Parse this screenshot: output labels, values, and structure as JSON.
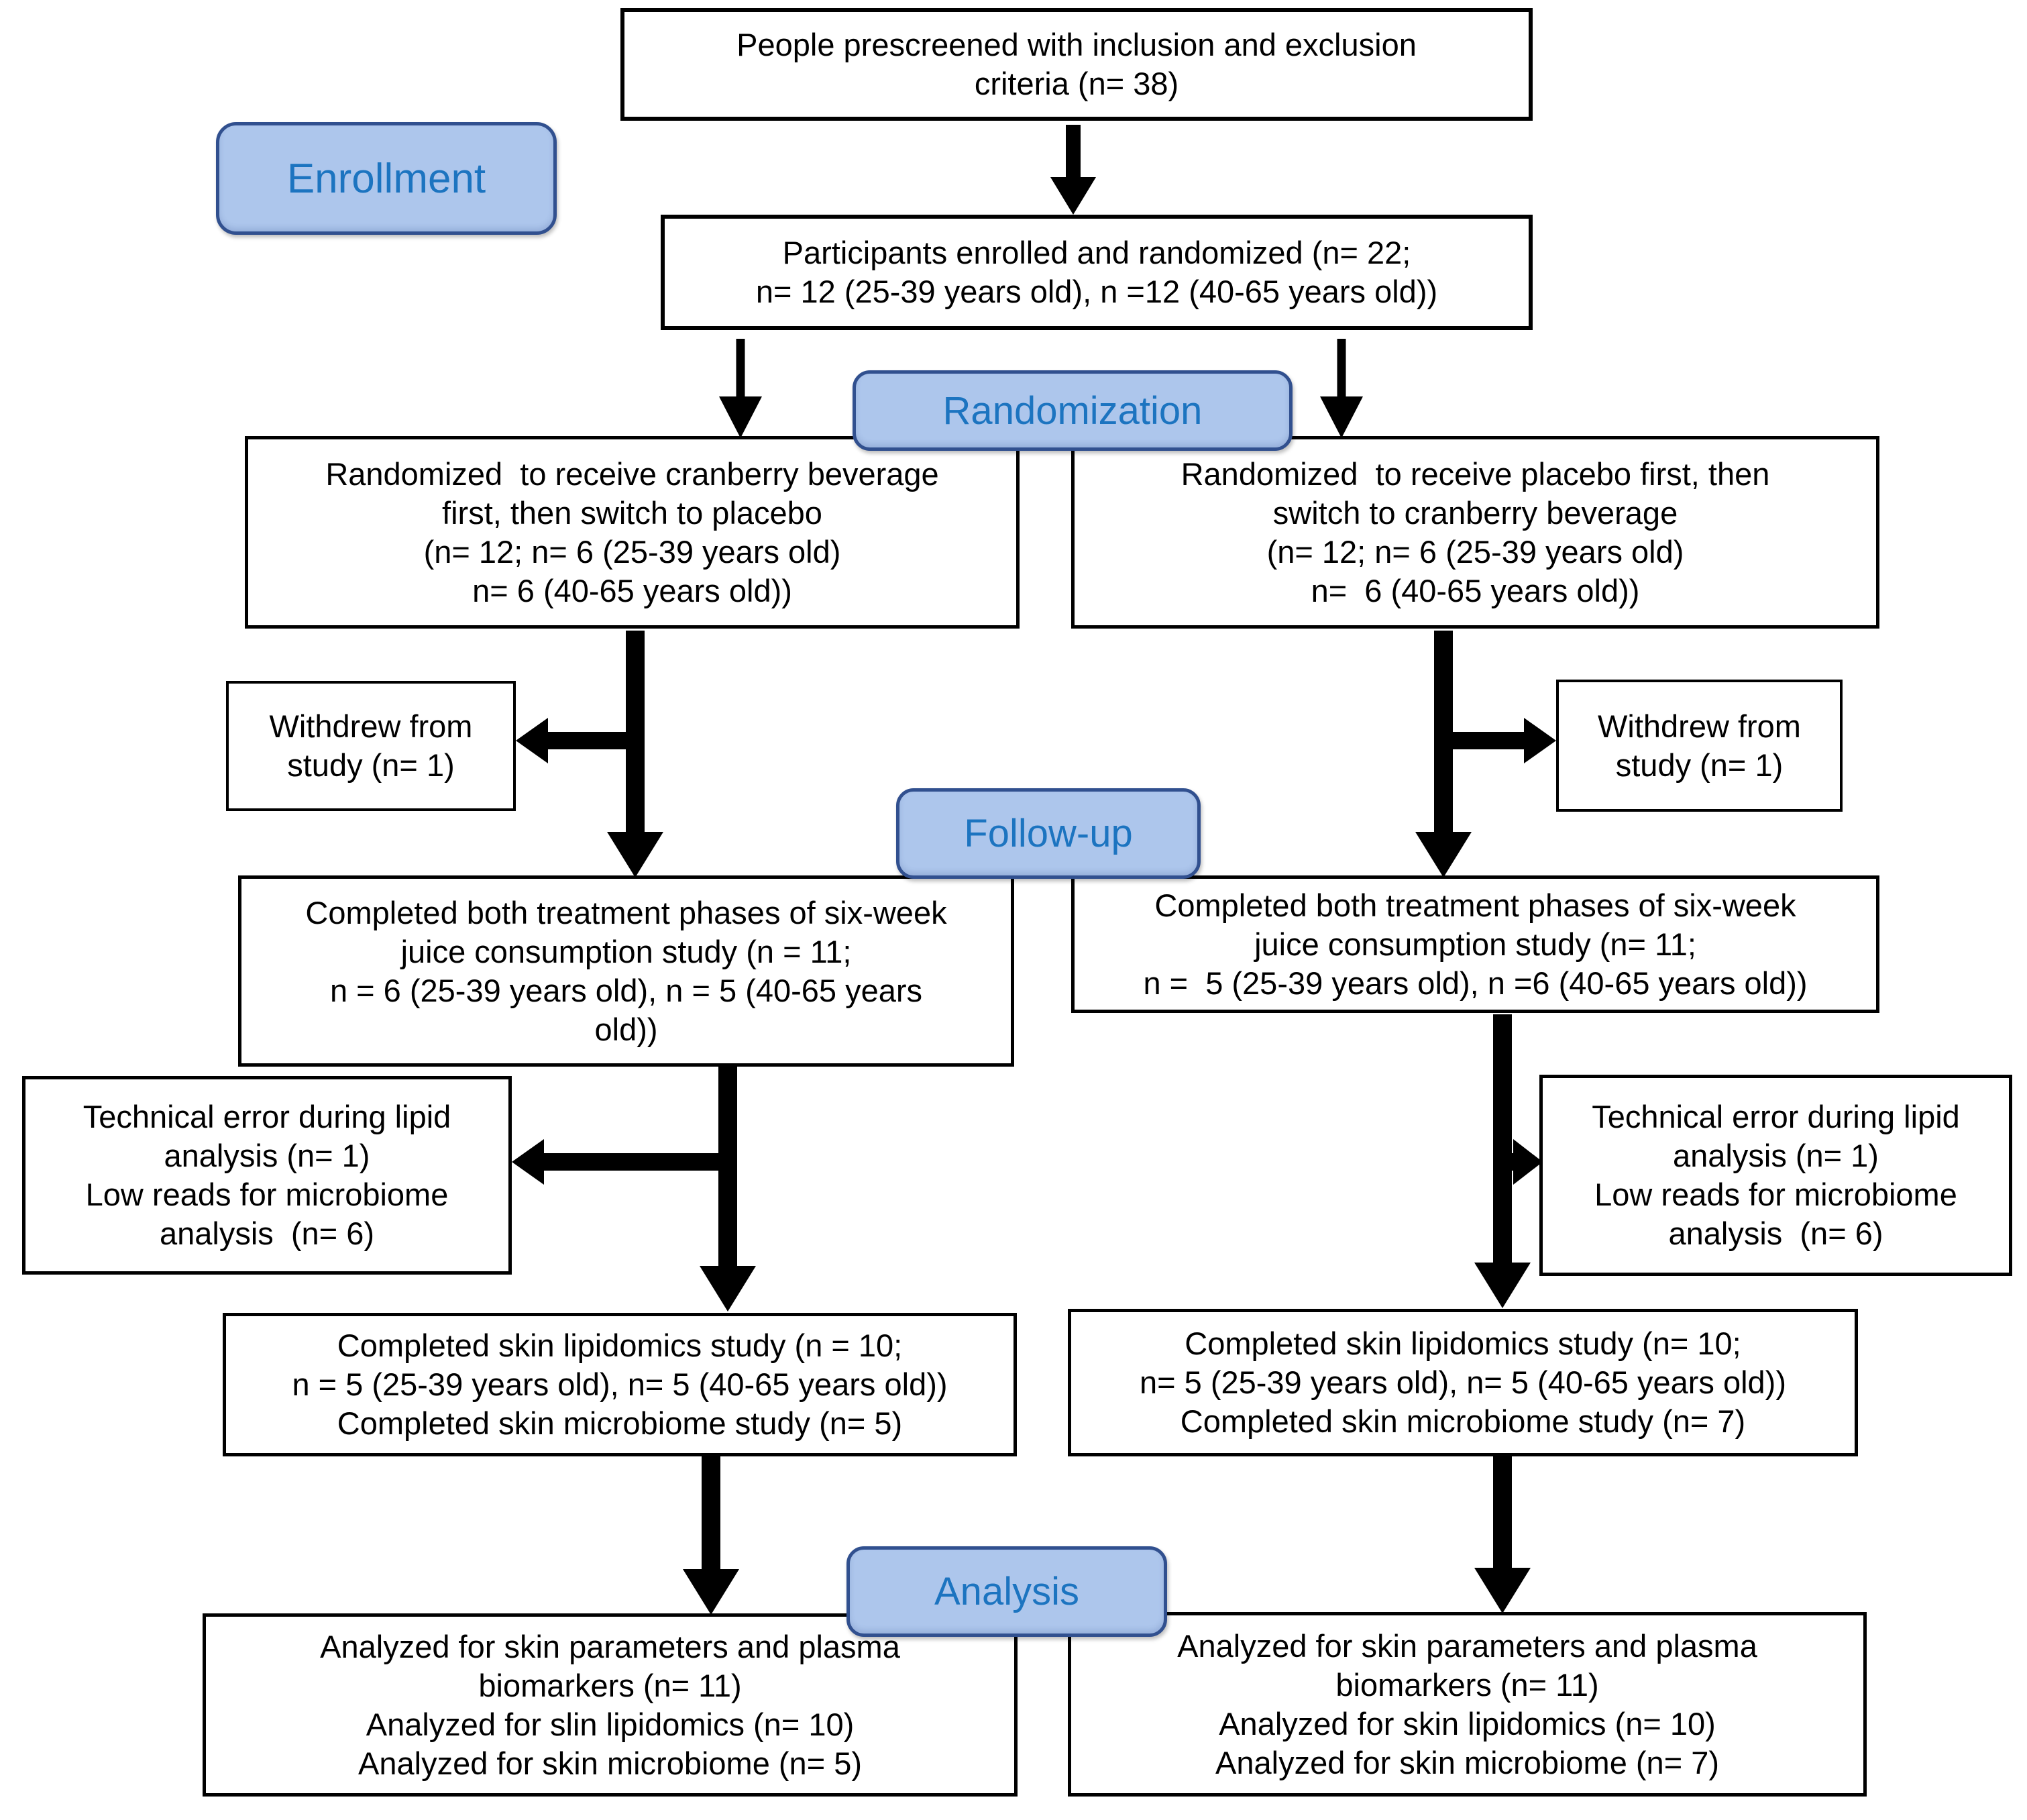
{
  "stages": {
    "enrollment": {
      "label": "Enrollment"
    },
    "randomization": {
      "label": "Randomization"
    },
    "followup": {
      "label": "Follow-up"
    },
    "analysis": {
      "label": "Analysis"
    }
  },
  "boxes": {
    "prescreened": {
      "lines": [
        "People prescreened with inclusion and exclusion",
        "criteria (n= 38)"
      ]
    },
    "enrolled": {
      "lines": [
        "Participants enrolled and randomized (n= 22;",
        "n= 12 (25-39 years old), n =12 (40-65 years old))"
      ]
    },
    "randomized_left": {
      "lines": [
        "Randomized  to receive cranberry beverage",
        "first, then switch to placebo",
        "(n= 12; n= 6 (25-39 years old)",
        "n= 6 (40-65 years old))"
      ]
    },
    "randomized_right": {
      "lines": [
        "Randomized  to receive placebo first, then",
        "switch to cranberry beverage",
        "(n= 12; n= 6 (25-39 years old)",
        "n=  6 (40-65 years old))"
      ]
    },
    "withdrew_left": {
      "lines": [
        "Withdrew from",
        "study (n= 1)"
      ]
    },
    "withdrew_right": {
      "lines": [
        "Withdrew from",
        "study (n= 1)"
      ]
    },
    "completed_left": {
      "lines": [
        "Completed both treatment phases of six-week",
        "juice consumption study (n = 11;",
        "n = 6 (25-39 years old), n = 5 (40-65 years",
        "old))"
      ]
    },
    "completed_right": {
      "lines": [
        "Completed both treatment phases of six-week",
        "juice consumption study (n= 11;",
        "n =  5 (25-39 years old), n =6 (40-65 years old))"
      ]
    },
    "technical_left": {
      "lines": [
        "Technical error during lipid",
        "analysis (n= 1)",
        "Low reads for microbiome",
        "analysis  (n= 6)"
      ]
    },
    "technical_right": {
      "lines": [
        "Technical error during lipid",
        "analysis (n= 1)",
        "Low reads for microbiome",
        "analysis  (n= 6)"
      ]
    },
    "lipidomics_left": {
      "lines": [
        "Completed skin lipidomics study (n = 10;",
        "n = 5 (25-39 years old), n= 5 (40-65 years old))",
        "Completed skin microbiome study (n= 5)"
      ]
    },
    "lipidomics_right": {
      "lines": [
        "Completed skin lipidomics study (n= 10;",
        "n= 5 (25-39 years old), n= 5 (40-65 years old))",
        "Completed skin microbiome study (n= 7)"
      ]
    },
    "analyzed_left": {
      "lines": [
        "Analyzed for skin parameters and plasma",
        "biomarkers (n= 11)",
        "Analyzed for slin lipidomics (n= 10)",
        "Analyzed for skin microbiome (n= 5)"
      ]
    },
    "analyzed_right": {
      "lines": [
        "Analyzed for skin parameters and plasma",
        "biomarkers (n= 11)",
        "Analyzed for skin lipidomics (n= 10)",
        "Analyzed for skin microbiome (n= 7)"
      ]
    }
  },
  "colors": {
    "stage_fill": "#adc6ec",
    "stage_border": "#31508f",
    "stage_text": "#1c74c0",
    "box_border": "#000000",
    "arrow": "#000000",
    "background": "#ffffff"
  }
}
